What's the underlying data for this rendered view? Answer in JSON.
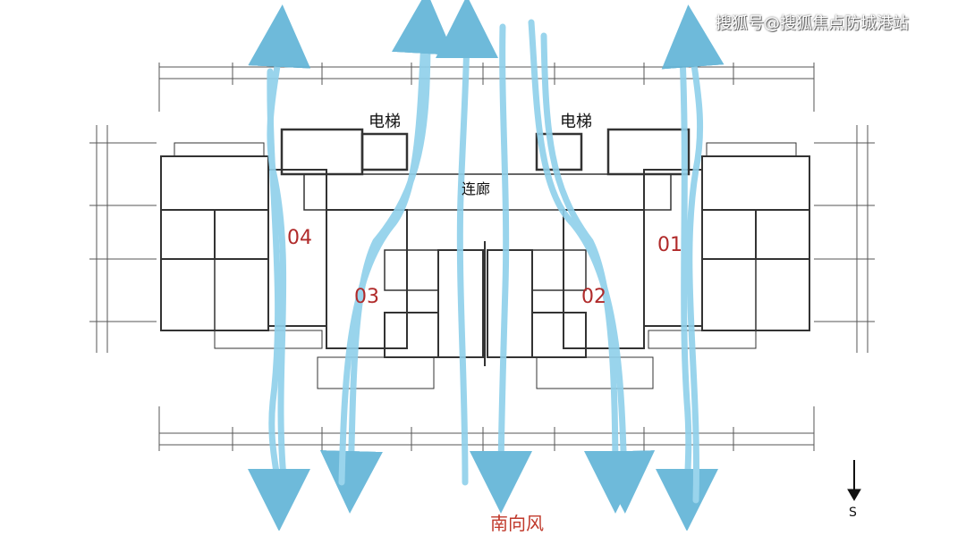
{
  "watermark": "搜狐号@搜狐焦点防城港站",
  "labels": {
    "elevator_left": "电梯",
    "elevator_right": "电梯",
    "corridor": "连廊",
    "wind": "南向风",
    "south": "S"
  },
  "units": [
    "04",
    "03",
    "02",
    "01"
  ],
  "colors": {
    "wind_arrow": "#7ec8e3",
    "unit_label": "#b02a2a",
    "wall": "#333333"
  }
}
